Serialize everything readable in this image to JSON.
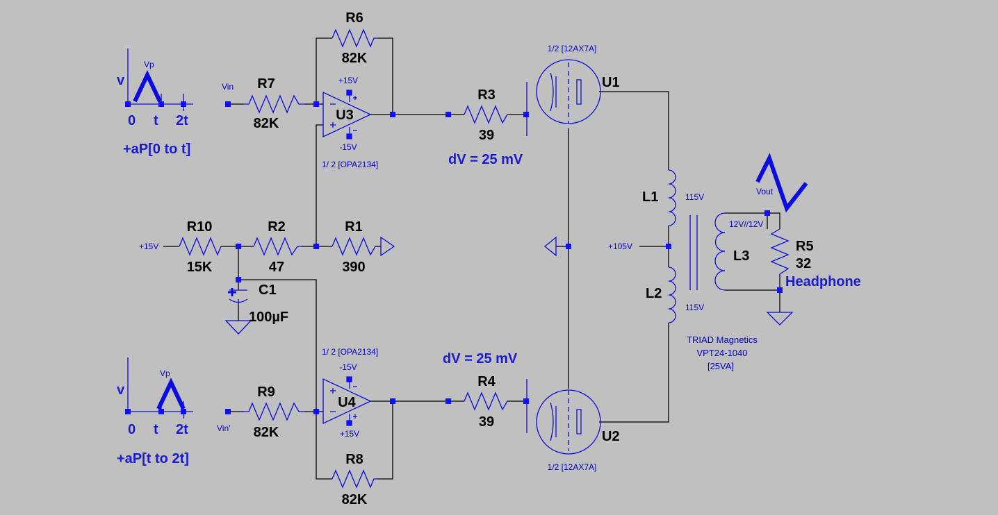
{
  "components": {
    "R1": {
      "ref": "R1",
      "value": "390"
    },
    "R2": {
      "ref": "R2",
      "value": "47"
    },
    "R3": {
      "ref": "R3",
      "value": "39"
    },
    "R4": {
      "ref": "R4",
      "value": "39"
    },
    "R5": {
      "ref": "R5",
      "value": "32",
      "label": "Headphone"
    },
    "R6": {
      "ref": "R6",
      "value": "82K"
    },
    "R7": {
      "ref": "R7",
      "value": "82K"
    },
    "R8": {
      "ref": "R8",
      "value": "82K"
    },
    "R9": {
      "ref": "R9",
      "value": "82K"
    },
    "R10": {
      "ref": "R10",
      "value": "15K"
    },
    "C1": {
      "ref": "C1",
      "value": "100µF"
    },
    "U1": {
      "ref": "U1",
      "part": "1/2 [12AX7A]"
    },
    "U2": {
      "ref": "U2",
      "part": "1/2 [12AX7A]"
    },
    "U3": {
      "ref": "U3",
      "part": "1/ 2 [OPA2134]",
      "vpos": "+15V",
      "vneg": "-15V"
    },
    "U4": {
      "ref": "U4",
      "part": "1/ 2 [OPA2134]",
      "vpos": "+15V",
      "vneg": "-15V"
    },
    "L1": {
      "ref": "L1",
      "value": "115V"
    },
    "L2": {
      "ref": "L2",
      "value": "115V"
    },
    "L3": {
      "ref": "L3",
      "value": "12V//12V"
    }
  },
  "labels": {
    "vin": "Vin",
    "vin2": "Vin'",
    "vout": "Vout",
    "supply_15": "+15V",
    "supply_105": "+105V",
    "dv_top": "dV = 25 mV",
    "dv_bottom": "dV = 25 mV",
    "transformer_line1": "TRIAD Magnetics",
    "transformer_line2": "VPT24-1040",
    "transformer_line3": "[25VA]"
  },
  "inputs": {
    "top": {
      "caption": "+aP[0 to t]",
      "v": "v",
      "vp": "Vp",
      "t0": "0",
      "t1": "t",
      "t2": "2t"
    },
    "bottom": {
      "caption": "+aP[t to 2t]",
      "v": "v",
      "vp": "Vp",
      "t0": "0",
      "t1": "t",
      "t2": "2t"
    }
  },
  "colors": {
    "background": "#c0c0c0",
    "wire": "#000000",
    "symbol": "#0b0be0",
    "junction": "#1010ff"
  }
}
